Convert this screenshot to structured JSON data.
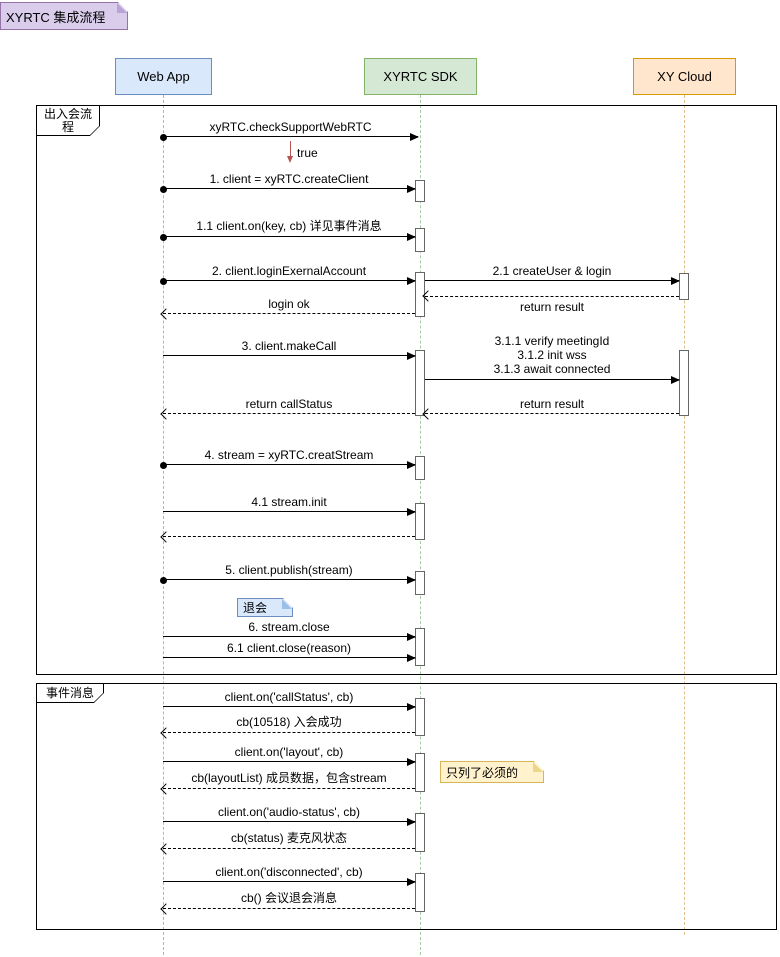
{
  "diagram": {
    "title_note": "XYRTC 集成流程",
    "participants": {
      "webapp": "Web App",
      "sdk": "XYRTC SDK",
      "cloud": "XY Cloud"
    },
    "frames": {
      "flow": "出入会流程",
      "events": "事件消息"
    },
    "notes": {
      "leave": "退会",
      "only_required": "只列了必须的"
    },
    "messages": {
      "check_support": "xyRTC.checkSupportWebRTC",
      "true_return": "true",
      "create_client": "1. client = xyRTC.createClient",
      "client_on": "1.1  client.on(key, cb) 详见事件消息",
      "login": "2. client.loginExernalAccount",
      "create_user": "2.1 createUser & login",
      "return_result_login": "return result",
      "login_ok": "login ok",
      "make_call": "3. client.makeCall",
      "verify_meeting": "3.1.1 verify meetingId",
      "init_wss": "3.1.2 init wss",
      "await_connected": "3.1.3 await connected",
      "return_call_status": "return callStatus",
      "return_result_call": "return result",
      "create_stream": "4. stream = xyRTC.creatStream",
      "stream_init": "4.1 stream.init",
      "publish": "5. client.publish(stream)",
      "stream_close": "6. stream.close",
      "client_close": "6.1 client.close(reason)",
      "on_call_status": "client.on('callStatus', cb)",
      "cb_call_status": "cb(10518) 入会成功",
      "on_layout": "client.on('layout', cb)",
      "cb_layout": "cb(layoutList) 成员数据，包含stream",
      "on_audio_status": "client.on('audio-status', cb)",
      "cb_audio_status": "cb(status) 麦克风状态",
      "on_disconnected": "client.on('disconnected', cb)",
      "cb_disconnected": "cb() 会议退会消息"
    }
  }
}
